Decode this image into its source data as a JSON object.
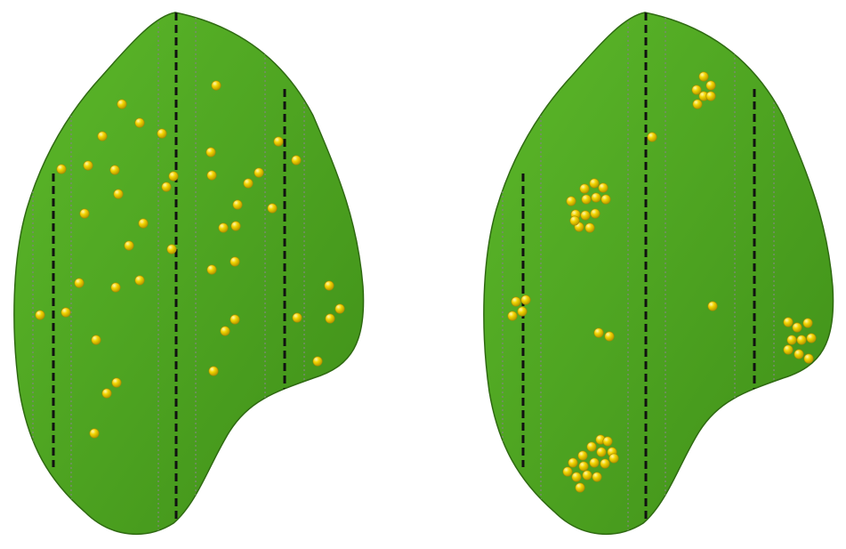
{
  "colors": {
    "background": "#ffffff",
    "leaf_fill": "#5cb82a",
    "leaf_fill_dark": "#3f8f18",
    "leaf_outline": "#2f6a12",
    "transect_line": "#111111",
    "buffer_line": "#7a8a70",
    "dot_fill": "#f2d400",
    "dot_highlight": "#fff9b0",
    "dot_shadow": "#b89a00"
  },
  "panels": [
    {
      "name": "random-distribution",
      "dot_pattern": "random"
    },
    {
      "name": "clustered-distribution",
      "dot_pattern": "clustered"
    }
  ]
}
